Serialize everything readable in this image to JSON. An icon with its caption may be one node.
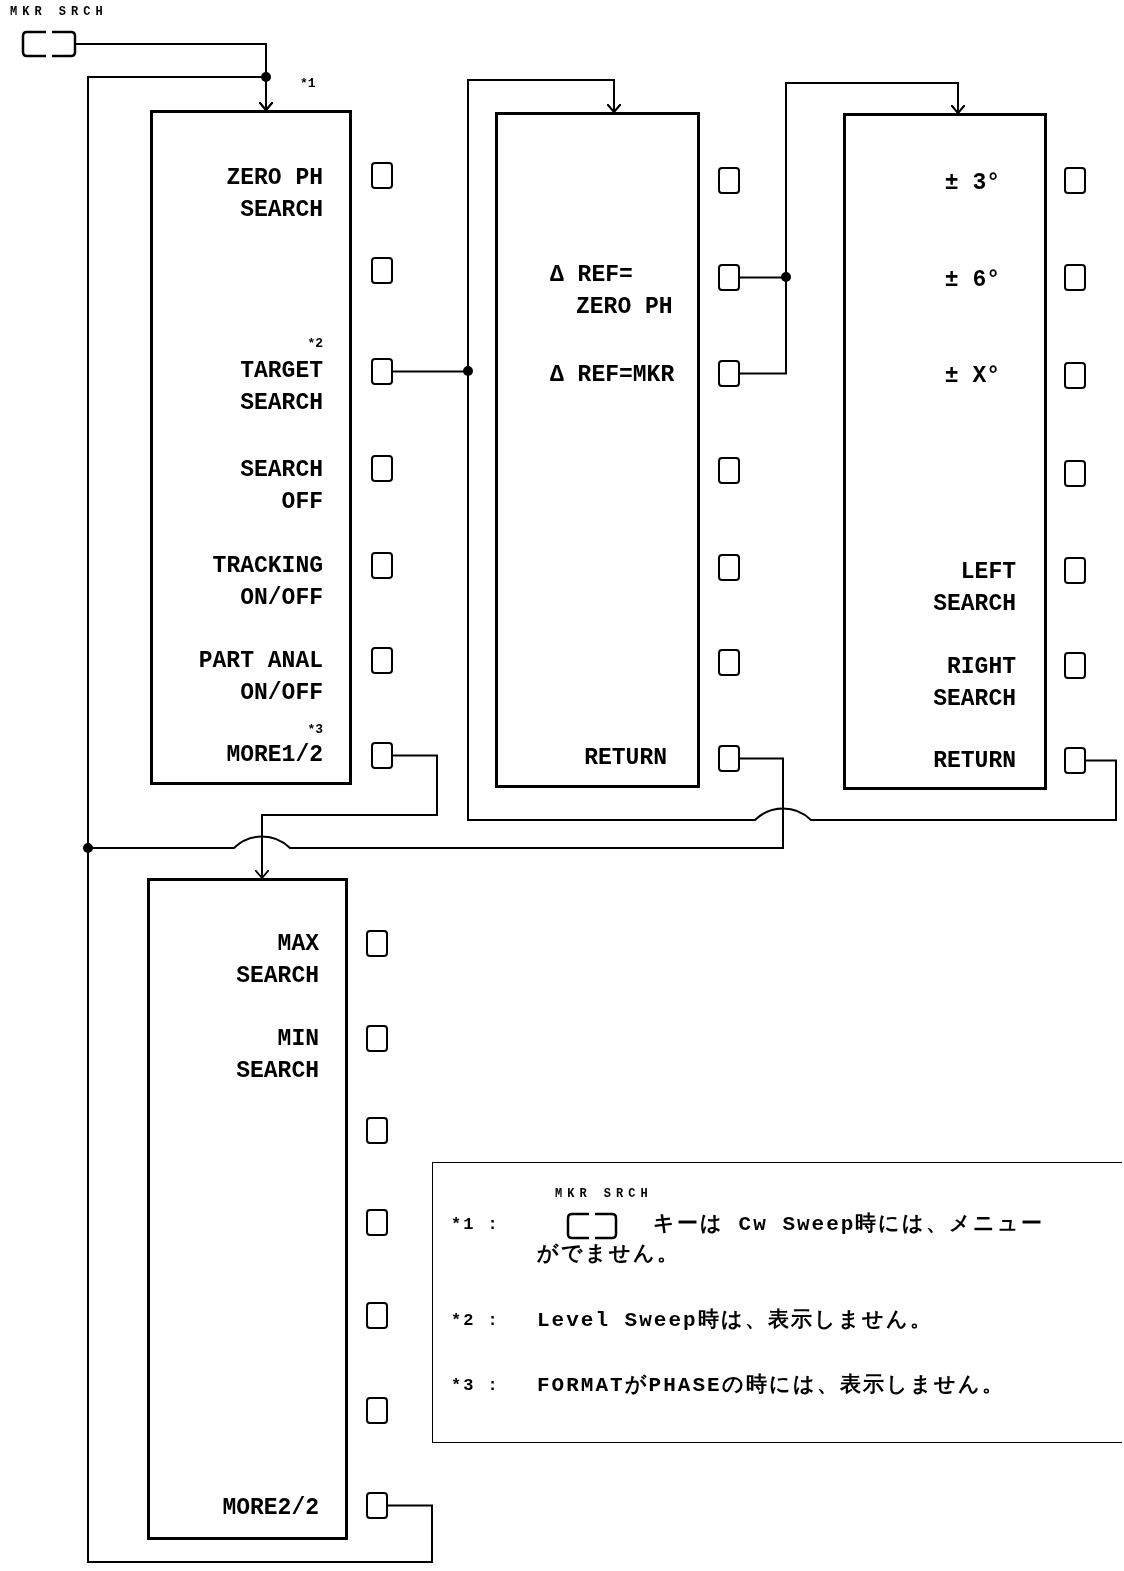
{
  "diagram": {
    "nodes": [
      {
        "text": [
          "MKR SRCH"
        ]
      },
      {
        "text": [
          "ZERO PH SEARCH",
          "*2",
          "TARGET SEARCH",
          "SEARCH OFF",
          "TRACKING ON/OFF",
          "PART ANAL ON/OFF",
          "*3",
          "MORE1/2"
        ],
        "beside": [
          "*1"
        ]
      },
      {
        "text": [],
        "shape": "box"
      },
      {
        "text": [],
        "shape": "box"
      },
      {
        "text": [],
        "shape": "box"
      },
      {
        "text": [],
        "shape": "box"
      },
      {
        "text": [],
        "shape": "box"
      },
      {
        "text": [],
        "shape": "box"
      },
      {
        "text": [],
        "shape": "box"
      },
      {
        "text": [
          "Δ REF= ZERO PH",
          "Δ REF=MKR",
          "RETURN"
        ]
      },
      {
        "text": [],
        "shape": "box"
      },
      {
        "text": [],
        "shape": "box"
      },
      {
        "text": [],
        "shape": "box"
      },
      {
        "text": [],
        "shape": "box"
      },
      {
        "text": [],
        "shape": "box"
      },
      {
        "text": [],
        "shape": "box"
      },
      {
        "text": [],
        "shape": "box"
      },
      {
        "text": [
          "± 3°",
          "± 6°",
          "± X°",
          "LEFT SEARCH",
          "RIGHT SEARCH",
          "RETURN"
        ]
      },
      {
        "text": [],
        "shape": "box"
      },
      {
        "text": [],
        "shape": "box"
      },
      {
        "text": [],
        "shape": "box"
      },
      {
        "text": [],
        "shape": "box"
      },
      {
        "text": [],
        "shape": "box"
      },
      {
        "text": [],
        "shape": "box"
      },
      {
        "text": [],
        "shape": "box"
      },
      {
        "text": [
          "MAX SEARCH",
          "MIN SEARCH",
          "MORE2/2"
        ]
      },
      {
        "text": [],
        "shape": "box"
      },
      {
        "text": [],
        "shape": "box"
      },
      {
        "text": [],
        "shape": "box"
      },
      {
        "text": [],
        "shape": "box"
      },
      {
        "text": [],
        "shape": "box"
      },
      {
        "text": [],
        "shape": "box"
      },
      {
        "text": [],
        "shape": "box"
      },
      {
        "text": [
          "*1 :",
          "キーは Cw Sweep時には、メニューがでません。",
          "*2 :",
          "Level Sweep時は、表示しません。",
          "*3 :",
          "FORMATがPHASEの時には、表示しません。"
        ]
      },
      {
        "text": [
          "MKR SRCH"
        ],
        "in": 33
      }
    ],
    "edges": [
      {
        "from": 0,
        "to": 1,
        "arrow": "to"
      },
      {
        "from": 32,
        "to": 1,
        "arrow": "to"
      },
      {
        "from": 8,
        "to": 25,
        "arrow": "to"
      },
      {
        "from": 16,
        "to": 1,
        "arrow": "to"
      },
      {
        "from": 4,
        "to": 9,
        "arrow": "to"
      },
      {
        "from": 24,
        "to": 9,
        "arrow": "to"
      },
      {
        "from": 11,
        "to": 17,
        "arrow": "to"
      },
      {
        "from": 12,
        "to": 17,
        "arrow": "to"
      }
    ]
  }
}
